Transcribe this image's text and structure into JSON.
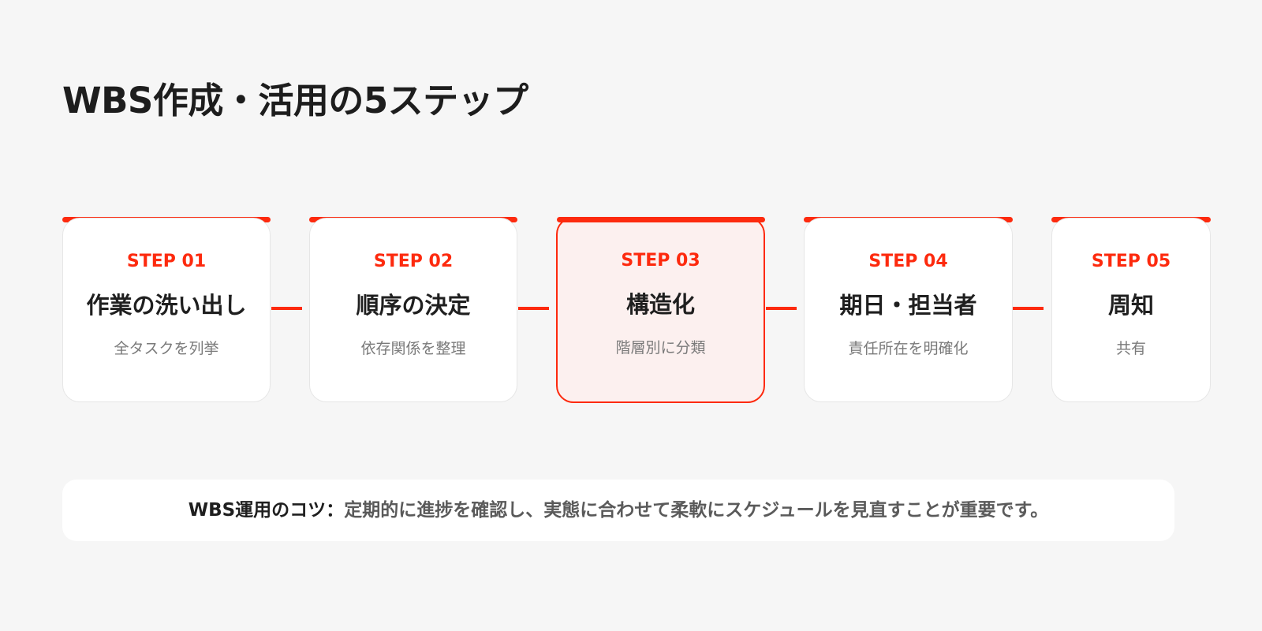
{
  "title": "WBS作成・活用の5ステップ",
  "colors": {
    "accent": "#fd2a0e",
    "background": "#f6f6f6",
    "card": "#ffffff",
    "active_card": "#fcf0ef",
    "text": "#1f1f1f",
    "muted": "#7a7a7a"
  },
  "steps": [
    {
      "label": "STEP 01",
      "title": "作業の洗い出し",
      "desc": "全タスクを列挙",
      "active": false
    },
    {
      "label": "STEP 02",
      "title": "順序の決定",
      "desc": "依存関係を整理",
      "active": false
    },
    {
      "label": "STEP 03",
      "title": "構造化",
      "desc": "階層別に分類",
      "active": true
    },
    {
      "label": "STEP 04",
      "title": "期日・担当者",
      "desc": "責任所在を明確化",
      "active": false
    },
    {
      "label": "STEP 05",
      "title": "周知",
      "desc": "共有",
      "active": false
    }
  ],
  "tip": {
    "label": "WBS運用のコツ：",
    "text": "定期的に進捗を確認し、実態に合わせて柔軟にスケジュールを見直すことが重要です。"
  }
}
